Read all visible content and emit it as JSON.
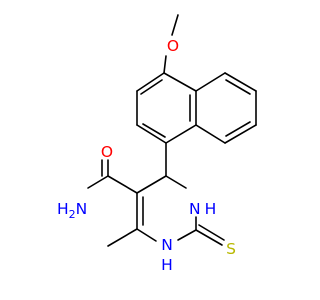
{
  "molecule": {
    "atoms": [
      {
        "id": "n1",
        "text": "N",
        "sub": "",
        "suffix": "H",
        "color": "#0000ff"
      },
      {
        "id": "n3",
        "text": "N",
        "sub": "",
        "suffix": "H",
        "color": "#0000ff"
      },
      {
        "id": "s",
        "text": "S",
        "sub": "",
        "suffix": "",
        "color": "#b8b800"
      },
      {
        "id": "o_amide",
        "text": "O",
        "sub": "",
        "suffix": "",
        "color": "#ff0000"
      },
      {
        "id": "n_amide",
        "text": "H",
        "sub": "2",
        "suffix": "N",
        "color": "#0000ff"
      },
      {
        "id": "o_methoxy",
        "text": "O",
        "sub": "",
        "suffix": "",
        "color": "#ff0000"
      }
    ],
    "colors": {
      "carbon_bond": "#000000",
      "nitrogen": "#0000ff",
      "oxygen": "#ff0000",
      "sulfur": "#b8b800"
    }
  }
}
